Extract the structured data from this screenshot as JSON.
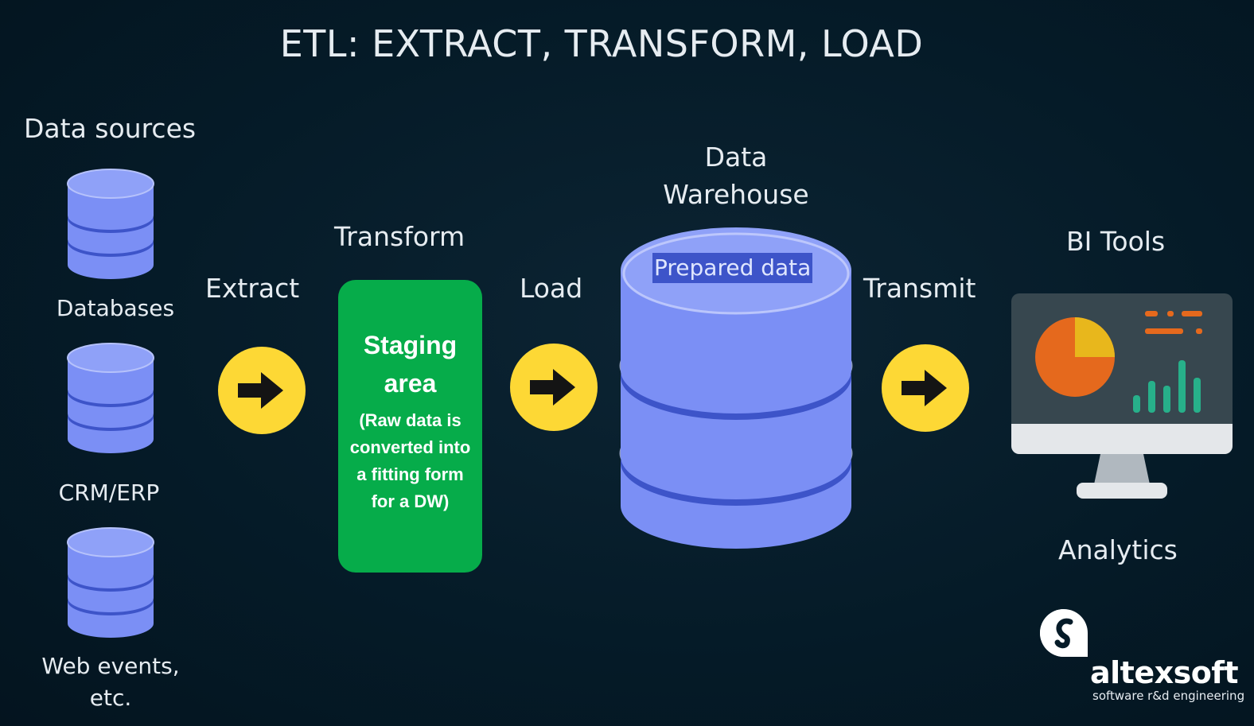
{
  "title": "ETL: EXTRACT, TRANSFORM, LOAD",
  "sources": {
    "heading": "Data sources",
    "items": [
      "Databases",
      "CRM/ERP",
      "Web events,\netc."
    ]
  },
  "steps": {
    "extract": "Extract",
    "transform": "Transform",
    "load": "Load",
    "transmit": "Transmit"
  },
  "staging": {
    "title": "Staging area",
    "description": "(Raw data is converted into a fitting form for a DW)"
  },
  "warehouse": {
    "heading": "Data\nWarehouse",
    "label": "Prepared data"
  },
  "bi": {
    "heading": "BI Tools",
    "caption": "Analytics"
  },
  "brand": {
    "name": "altexsoft",
    "tagline": "software r&d engineering"
  },
  "colors": {
    "background": "#051b28",
    "database": "#7b8ff5",
    "database_band": "#3d54c9",
    "staging": "#06ac4a",
    "arrow_circle": "#fdd835",
    "monitor_screen": "#37474f",
    "pie_main": "#e5691d",
    "pie_slice": "#e8b71c",
    "bars": "#27b08a"
  },
  "icons": [
    "database-icon",
    "arrow-right-icon",
    "monitor-icon",
    "pie-chart-icon",
    "bar-chart-icon",
    "logo-icon"
  ]
}
